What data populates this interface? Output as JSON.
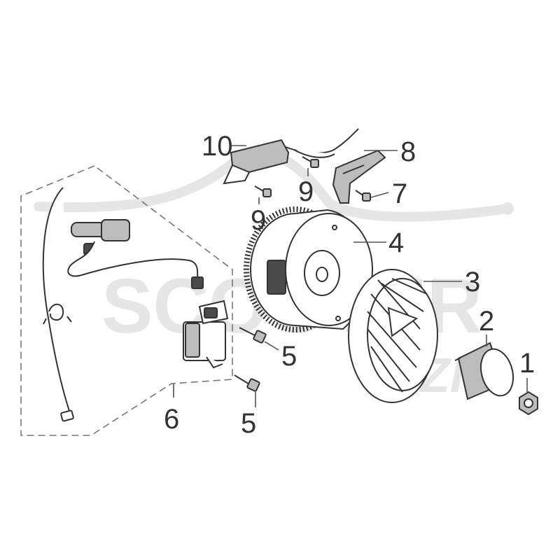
{
  "watermark": {
    "text": "SCOOTER",
    "tail": "ZIP"
  },
  "callouts": [
    {
      "id": "1",
      "label": "1"
    },
    {
      "id": "2",
      "label": "2"
    },
    {
      "id": "3",
      "label": "3"
    },
    {
      "id": "4",
      "label": "4"
    },
    {
      "id": "5a",
      "label": "5"
    },
    {
      "id": "5b",
      "label": "5"
    },
    {
      "id": "6",
      "label": "6"
    },
    {
      "id": "7",
      "label": "7"
    },
    {
      "id": "8",
      "label": "8"
    },
    {
      "id": "9a",
      "label": "9"
    },
    {
      "id": "9b",
      "label": "9"
    },
    {
      "id": "10",
      "label": "10"
    }
  ],
  "colors": {
    "line": "#333333",
    "fill_dark": "#4a4a4a",
    "fill_grey": "#bdbdbd",
    "watermark": "#e6e6e6"
  }
}
